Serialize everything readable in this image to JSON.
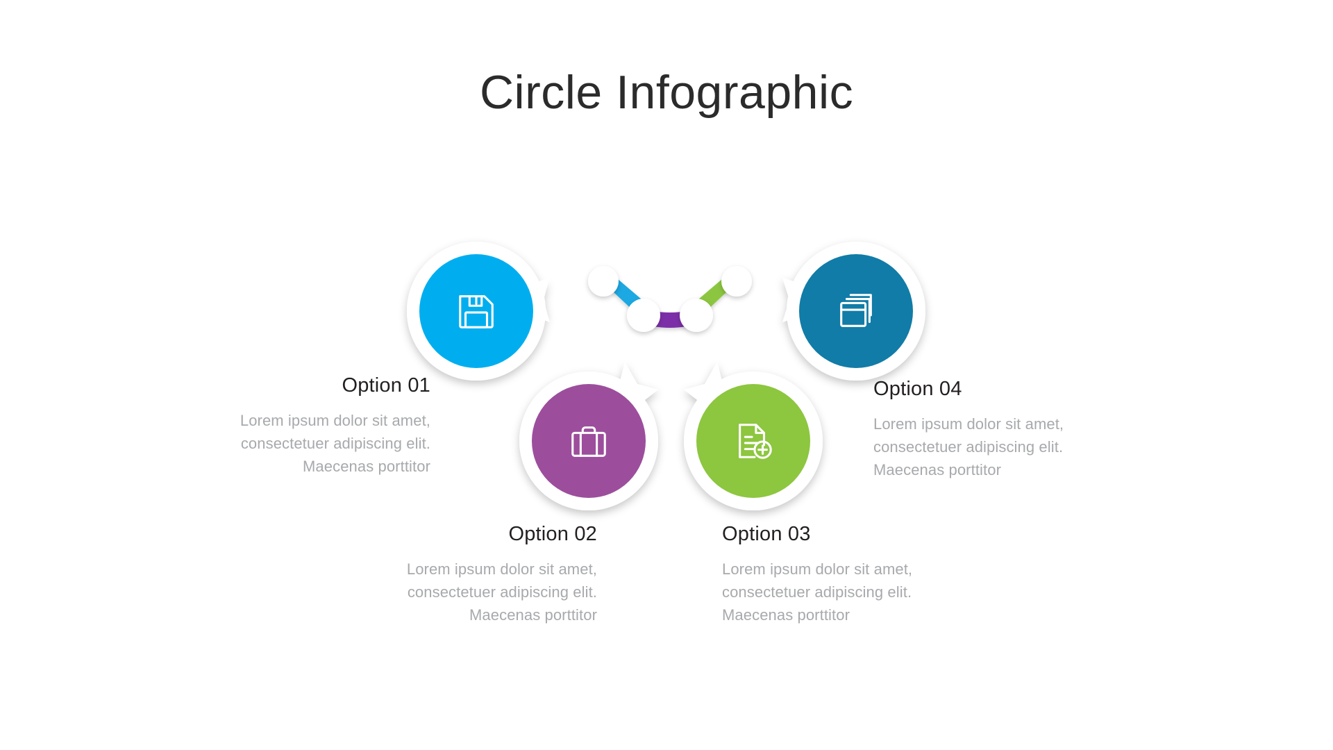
{
  "slide": {
    "title": "Circle Infographic",
    "background_color": "#ffffff"
  },
  "palette": {
    "option_01": "#00AEEF",
    "option_02": "#9C4E9C",
    "option_03": "#8DC63F",
    "option_04": "#117CA7",
    "connector_segment_1": "#1CA8E2",
    "connector_segment_2": "#7B2FA8",
    "connector_segment_3": "#8CC63F",
    "node_fill": "#ffffff",
    "title_text": "#2b2b2b",
    "heading_text": "#231f20",
    "body_text": "#a7a9ac"
  },
  "options": [
    {
      "id": "option-01",
      "title": "Option 01",
      "body": "Lorem ipsum dolor sit amet, consectetuer adipiscing elit. Maecenas porttitor",
      "color": "#00AEEF",
      "icon": "floppy-disk-save-icon",
      "align": "right"
    },
    {
      "id": "option-02",
      "title": "Option 02",
      "body": "Lorem ipsum dolor sit amet, consectetuer adipiscing elit. Maecenas porttitor",
      "color": "#9C4E9C",
      "icon": "briefcase-icon",
      "align": "right"
    },
    {
      "id": "option-03",
      "title": "Option 03",
      "body": "Lorem ipsum dolor sit amet, consectetuer adipiscing elit. Maecenas porttitor",
      "color": "#8DC63F",
      "icon": "document-add-icon",
      "align": "left"
    },
    {
      "id": "option-04",
      "title": "Option 04",
      "body": "Lorem ipsum dolor sit amet, consectetuer adipiscing elit. Maecenas porttitor",
      "color": "#117CA7",
      "icon": "stacked-windows-icon",
      "align": "left"
    }
  ],
  "connector": {
    "name": "center-chain-connector",
    "node_count": 4,
    "segments": [
      {
        "color": "#1CA8E2"
      },
      {
        "color": "#7B2FA8"
      },
      {
        "color": "#8CC63F"
      }
    ]
  }
}
